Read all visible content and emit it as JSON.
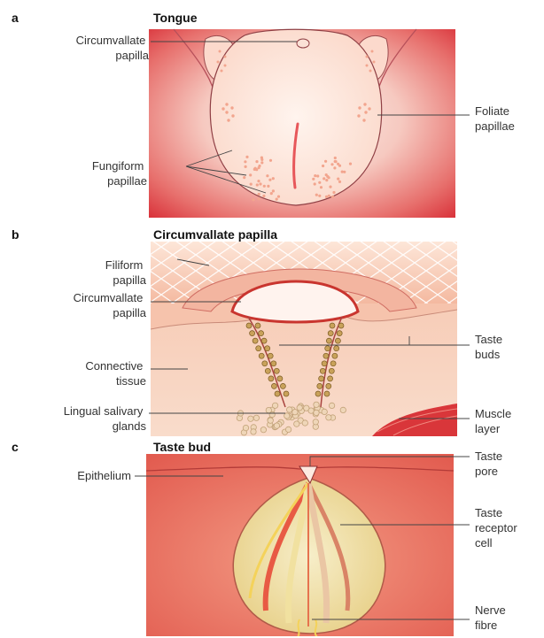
{
  "panels": {
    "a": {
      "letter": "a",
      "title": "Tongue",
      "labels": {
        "circumvallate": [
          "Circumvallate",
          "papilla"
        ],
        "foliate": [
          "Foliate",
          "papillae"
        ],
        "fungiform": [
          "Fungiform",
          "papillae"
        ]
      }
    },
    "b": {
      "letter": "b",
      "title": "Circumvallate papilla",
      "labels": {
        "filiform": [
          "Filiform",
          "papilla"
        ],
        "circumvallate": [
          "Circumvallate",
          "papilla"
        ],
        "taste_buds": [
          "Taste",
          "buds"
        ],
        "connective": [
          "Connective",
          "tissue"
        ],
        "salivary": [
          "Lingual salivary",
          "glands"
        ],
        "muscle": [
          "Muscle",
          "layer"
        ]
      }
    },
    "c": {
      "letter": "c",
      "title": "Taste bud",
      "labels": {
        "epithelium": [
          "Epithelium"
        ],
        "pore": [
          "Taste",
          "pore"
        ],
        "receptor": [
          "Taste",
          "receptor",
          "cell"
        ],
        "nerve": [
          "Nerve",
          "fibre"
        ]
      }
    }
  },
  "colors": {
    "tissue_dark": "#d9232e",
    "tissue_light": "#fbe3d8",
    "tongue_fill": "#fde5d8",
    "papilla_dots": "#f2a58e",
    "bud_gold": "#c9a25a",
    "cell_cream": "#f3e7b0"
  }
}
